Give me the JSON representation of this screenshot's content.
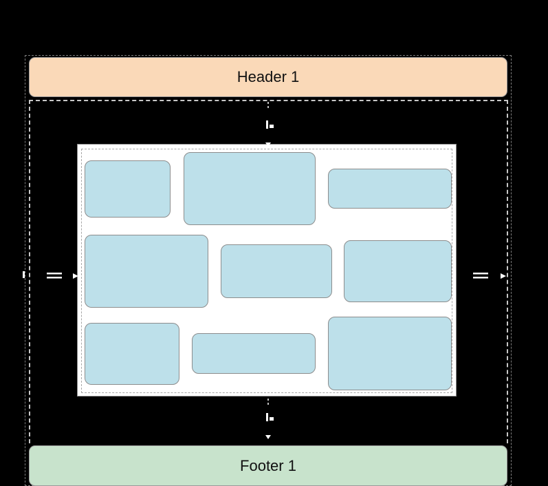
{
  "header": {
    "label": "Header 1",
    "color": "#fad9b8"
  },
  "footer": {
    "label": "Footer 1",
    "color": "#c8e3cc"
  },
  "tile_color": "#bde0ea",
  "tiles": [
    {
      "id": "tile-1"
    },
    {
      "id": "tile-2"
    },
    {
      "id": "tile-3"
    },
    {
      "id": "tile-4"
    },
    {
      "id": "tile-5"
    },
    {
      "id": "tile-6"
    },
    {
      "id": "tile-7"
    },
    {
      "id": "tile-8"
    },
    {
      "id": "tile-9"
    }
  ]
}
